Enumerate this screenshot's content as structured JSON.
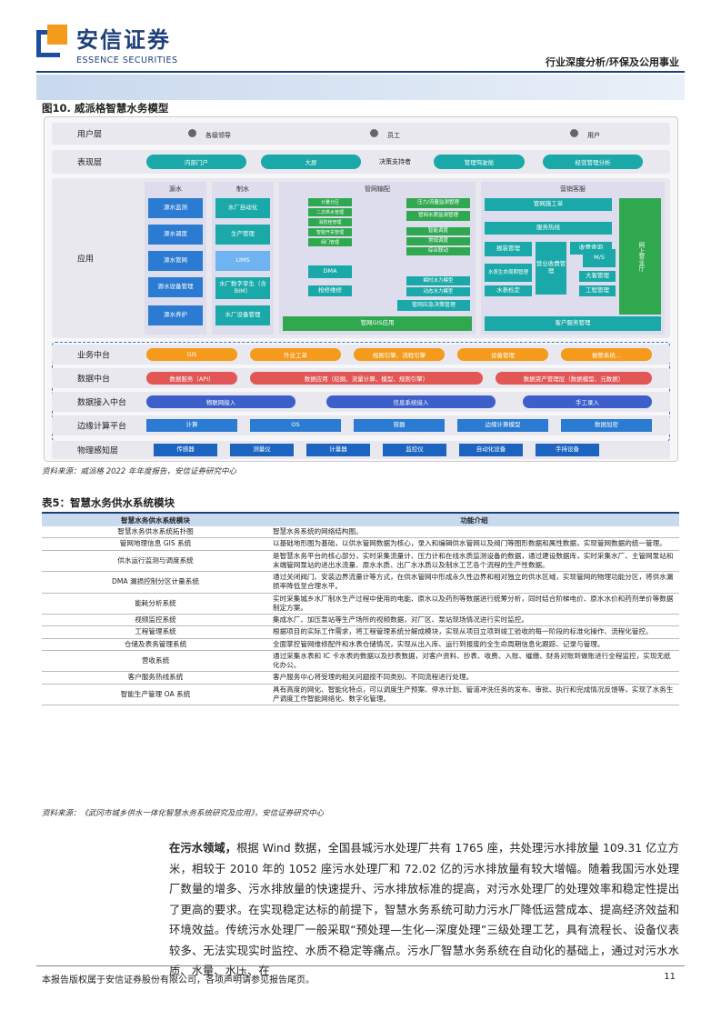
{
  "header": {
    "brand_cn": "安信证券",
    "brand_en": "ESSENCE SECURITIES",
    "category": "行业深度分析/环保及公用事业"
  },
  "figure": {
    "title": "图10. 威派格智慧水务模型",
    "rows": {
      "user": "用户层",
      "present": "表现层",
      "app": "应用",
      "biz": "业务中台",
      "data": "数据中台",
      "access": "数据接入中台",
      "edge": "边缘计算平台",
      "iot": "物理感知层"
    },
    "users": [
      "各级领导",
      "员工",
      "用户"
    ],
    "present": [
      "内部门户",
      "大屏",
      "决策支持者",
      "管理驾驶舱",
      "经营管理分析"
    ],
    "app_groups": {
      "source": "源水",
      "plant": "制水",
      "pipe": "管网输配",
      "sales": "营销客服"
    },
    "source_items": [
      "源水监测",
      "源水调度",
      "源水管网",
      "源水设备管理",
      "源水养护"
    ],
    "plant_items": [
      "水厂自动化",
      "生产管理",
      "LIMS",
      "水厂数字孪生（含BIM）",
      "水厂设备管理"
    ],
    "pipe_items": [
      "DMA",
      "抢修维修",
      "管网GIS应用",
      "压力/流量监测管理",
      "管网水质监测管理",
      "管网应急决策管理",
      "计量分区",
      "二次供水管理",
      "消防栓管理",
      "智能开关管理",
      "阀门管理",
      "智能调度",
      "常规调度",
      "综合联动",
      "瞬时水力模型",
      "动态水力模型"
    ],
    "sales_items": [
      "管网施工单",
      "服务热线",
      "报装管理",
      "营业收费管理",
      "收费查询",
      "水表生命周期管理",
      "水表检定",
      "大客管理",
      "工程管理",
      "网上营业厅",
      "客户服务管理",
      "M/S"
    ],
    "biz": [
      "GIS",
      "外业工单",
      "规则引擎、流程引擎",
      "设备管理",
      "报警系统..."
    ],
    "data": [
      "数据服务（API）",
      "数据应用（挖掘、流量计算、模型、规则引擎）",
      "数据资产管理层（数据模型、元数据）"
    ],
    "access": [
      "物联网接入",
      "信息系统接入",
      "手工录入"
    ],
    "edge": [
      "计算",
      "OS",
      "容器",
      "边缘计算模型",
      "数据加密"
    ],
    "iot": [
      "传感器",
      "测量仪",
      "计量器",
      "监控仪",
      "自动化设备",
      "手持设备"
    ],
    "source": "资料来源：威派格 2022 年年度报告，安信证券研究中心"
  },
  "table": {
    "title": "表5：智慧水务供水系统模块",
    "head": [
      "智慧水务供水系统模块",
      "功能介绍"
    ],
    "rows": [
      [
        "智慧水务供水系统拓扑图",
        "智慧水务系统的网络结构图。"
      ],
      [
        "管网地理信息 GIS 系统",
        "以基础地形图为基础，以供水管网数据为核心，录入和编辑供水管网以及阀门等图形数据和属性数据，实现管网数据的统一管理。"
      ],
      [
        "供水运行监测与调度系统",
        "是智慧水务平台的核心部分，实时采集流量计、压力计和在线水质监测设备的数据，通过建设数据库，实时采集水厂、主管网泵站和末端管网泵站的进出水流量、原水水质、出厂水水质以及制水工艺各个流程的生产性数据。"
      ],
      [
        "DMA 漏损控制分区计量系统",
        "通过关闭阀门、安装边界流量计等方式，在供水管网中形成永久性边界和相对独立的供水区域，实现管网的物理功能分区，将供水漏损率降低至合理水平。"
      ],
      [
        "能耗分析系统",
        "实时采集城乡水厂制水生产过程中使用的电能、原水以及药剂等数据进行统筹分析，同时结合阶梯电价、原水水价和药剂单价等数据制定方案。"
      ],
      [
        "视频监控系统",
        "集成水厂、加压泵站等生产场所的视频数据，对厂区、泵站现场情况进行实时监控。"
      ],
      [
        "工程管理系统",
        "根据项目的实际工作需求，将工程管理系统分解成模块，实现从项目立项到竣工验收的每一阶段的标准化操作、流程化管控。"
      ],
      [
        "仓储及表务管理系统",
        "全面掌控管网维修配件和水表仓储情况，实现从出入库、运行到报废的全生命周期信息化跟踪、记录与管理。"
      ],
      [
        "营收系统",
        "通过采集水表和 IC 卡水表的数据以及抄表数据，对客户资料、抄表、收费、入账、催缴、财务对账到做账进行全程监控，实现无纸化办公。"
      ],
      [
        "客户服务热线系统",
        "客户服务中心将受理的相关问题按不同类别、不同流程进行处理。"
      ],
      [
        "智能生产管理 OA 系统",
        "具有高度的网化、智能化特点，可以调度生产预案、停水计划、管道冲洗任务的发布、审批、执行和完成情况反馈等，实现了水务生产调度工作智能网络化、数字化管理。"
      ]
    ],
    "source": "资料来源：《武冈市城乡供水一体化智慧水务系统研究及应用》，安信证券研究中心"
  },
  "paragraph": {
    "lead": "在污水领域，",
    "text": "根据 Wind 数据，全国县城污水处理厂共有 1765 座，共处理污水排放量 109.31 亿立方米，相较于 2010 年的 1052 座污水处理厂和 72.02 亿的污水排放量有较大增幅。随着我国污水处理厂数量的增多、污水排放量的快速提升、污水排放标准的提高，对污水处理厂的处理效率和稳定性提出了更高的要求。在实现稳定达标的前提下，智慧水务系统可助力污水厂降低运营成本、提高经济效益和环境效益。传统污水处理厂一般采取“预处理—生化—深度处理”三级处理工艺，具有流程长、设备仪表较多、无法实现实时监控、水质不稳定等痛点。污水厂智慧水务系统在自动化的基础上，通过对污水水质、水量、水压、在"
  },
  "footer": {
    "text": "本报告版权属于安信证券股份有限公司，各项声明请参见报告尾页。",
    "page": "11"
  },
  "colors": {
    "brand": "#1d3f7a",
    "accent": "#f29b1c"
  }
}
